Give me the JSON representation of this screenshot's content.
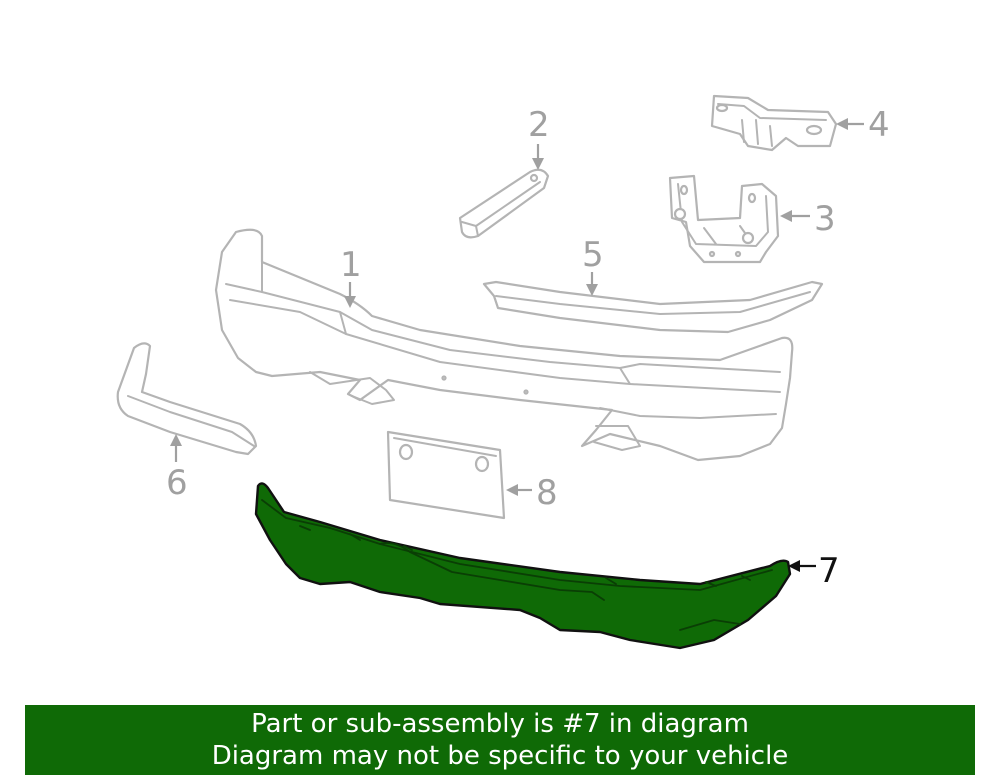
{
  "callouts": [
    {
      "label": "1"
    },
    {
      "label": "2"
    },
    {
      "label": "3"
    },
    {
      "label": "4"
    },
    {
      "label": "5"
    },
    {
      "label": "6"
    },
    {
      "label": "7"
    },
    {
      "label": "8"
    }
  ],
  "highlighted_callout": "7",
  "colors": {
    "highlight": "#0f6a06",
    "outline": "#b4b4b4",
    "callout_text": "#a0a0a0",
    "banner_background": "#0f6a06",
    "banner_text": "#ffffff"
  },
  "banner": {
    "line1": "Part or sub-assembly is #7 in diagram",
    "line2": "Diagram may not be specific to your vehicle"
  }
}
